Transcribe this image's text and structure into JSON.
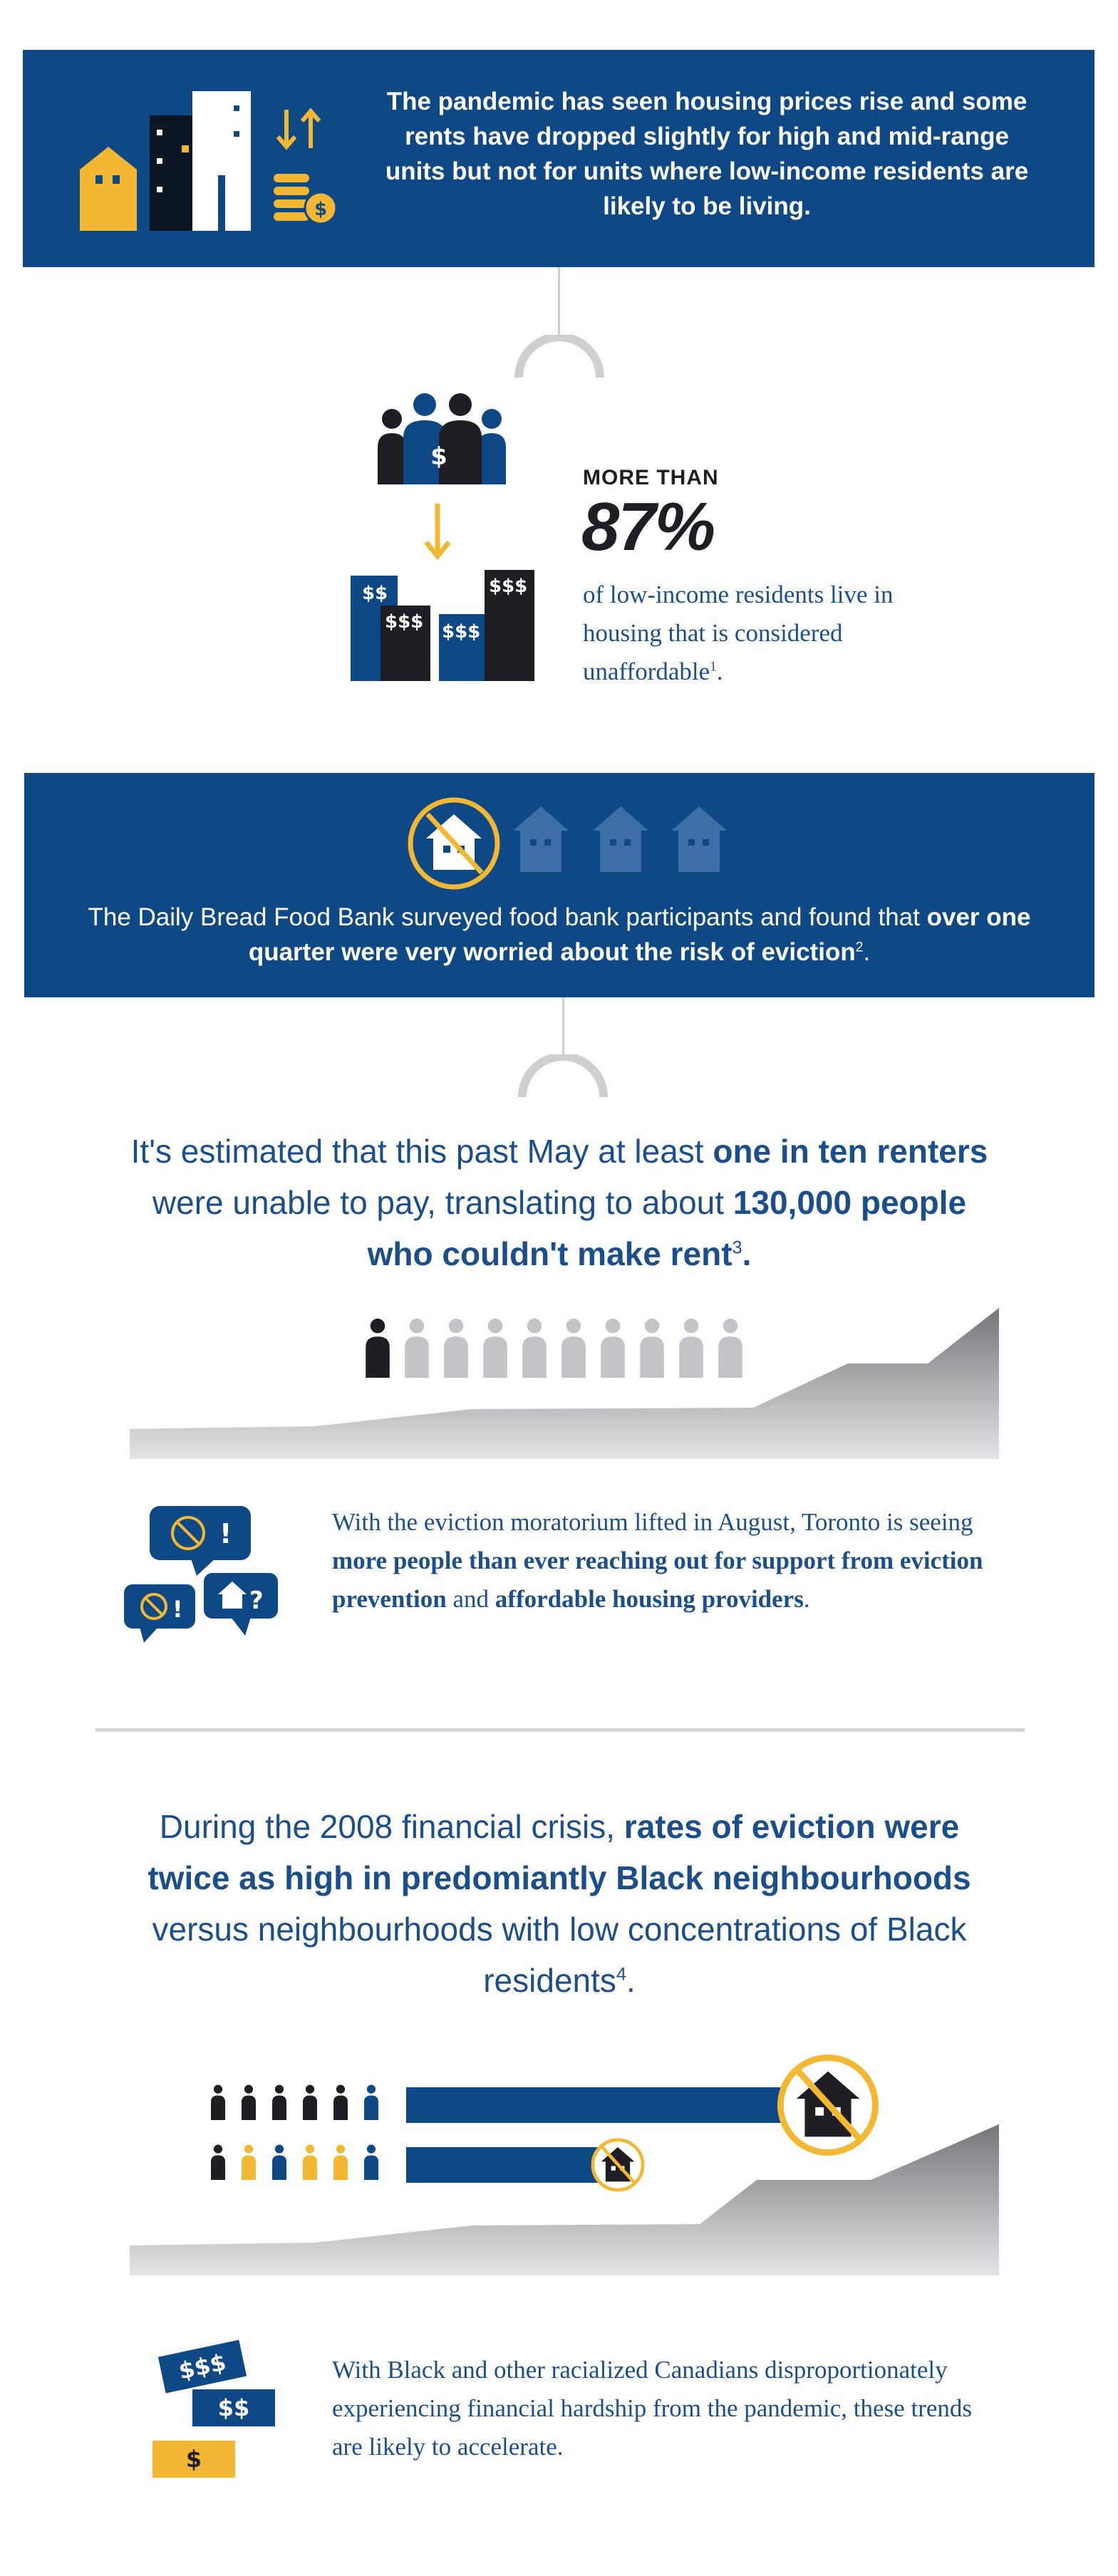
{
  "colors": {
    "navy": "#0f4985",
    "yellow": "#f2b833",
    "black": "#1f1e24",
    "grey": "#c3c3c8",
    "connector": "#cfcfcf"
  },
  "icons": {
    "buildings": "city-buildings-icon",
    "arrows": "up-down-arrows-icon",
    "coins": "coins-dollar-icon",
    "people": "family-dollar-icon",
    "bars": "rent-bars-icon",
    "no_house": "no-house-icon",
    "chat": "chat-bubbles-icon",
    "money": "money-bills-icon"
  },
  "section1": {
    "text": "The pandemic has seen housing prices rise and some rents have dropped slightly for high and mid-range units but not for units where low-income residents are likely to be living."
  },
  "section2": {
    "kicker": "MORE THAN",
    "stat": "87%",
    "text": "of low-income residents live in housing that is considered unaffordable",
    "footnote": "1",
    "end": ".",
    "bar_labels": [
      "$$",
      "$$$",
      "$$$",
      "$$$"
    ]
  },
  "section3": {
    "text_plain": "The Daily Bread Food Bank surveyed food bank participants and found that ",
    "text_bold": "over one quarter were very worried about the risk of eviction",
    "footnote": "2",
    "end": "."
  },
  "section4": {
    "p1": "It's estimated that this past May at least ",
    "b1": "one in ten renters",
    "p2": " were unable to pay, translating to about ",
    "b2": "130,000 people who couldn't make rent",
    "footnote": "3",
    "b3": ".",
    "people_total": 10,
    "people_highlighted": 1
  },
  "section5": {
    "p1": "With the eviction moratorium lifted in August, Toronto is seeing ",
    "b1": "more people than ever reaching out for support from eviction prevention",
    "p2": " and ",
    "b2": "affordable housing providers",
    "p3": "."
  },
  "section6": {
    "p1": "During the 2008 financial crisis, ",
    "b1": "rates of eviction were twice as high in predomiantly Black neighbourhoods",
    "p2": " versus neighbourhoods with low concentrations of Black residents",
    "footnote": "4",
    "p3": ".",
    "bar_values": [
      2,
      1
    ]
  },
  "section7": {
    "text": "With Black and other racialized Canadians disproportionately experiencing financial hardship from the pandemic, these trends are likely to accelerate.",
    "bill_labels": [
      "$$$",
      "$$",
      "$"
    ]
  }
}
